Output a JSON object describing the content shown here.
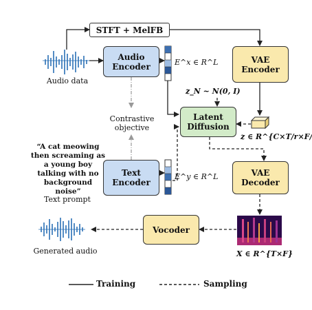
{
  "boxes": {
    "stft": "STFT + MelFB",
    "audio_encoder": "Audio\nEncoder",
    "vae_encoder": "VAE\nEncoder",
    "latent_diffusion": "Latent\nDiffusion",
    "text_encoder": "Text\nEncoder",
    "vae_decoder": "VAE\nDecoder",
    "vocoder": "Vocoder"
  },
  "labels": {
    "audio_data": "Audio data",
    "contrastive": "Contrastive\nobjective",
    "prompt_text": "“A cat meowing\nthen screaming as\na young boy\ntalking with no\nbackground noise”",
    "text_prompt": "Text prompt",
    "generated_audio": "Generated audio"
  },
  "math": {
    "ex": "E^x ∈ R^L",
    "ey": "E^y ∈ R^L",
    "zn": "z_N ~ N(0, I)",
    "z": "z ∈ R^{C×T/r×F/r}",
    "x": "X ∈ R^{T×F}"
  },
  "legend": {
    "training": "Training",
    "sampling": "Sampling"
  },
  "colors": {
    "encoder_blue": "#c9dcf3",
    "diffusion_green": "#d2ebc8",
    "vae_yellow": "#fae9ad",
    "waveform_blue": "#2a6fb5",
    "embedding_blue": "#3d6fb0"
  }
}
